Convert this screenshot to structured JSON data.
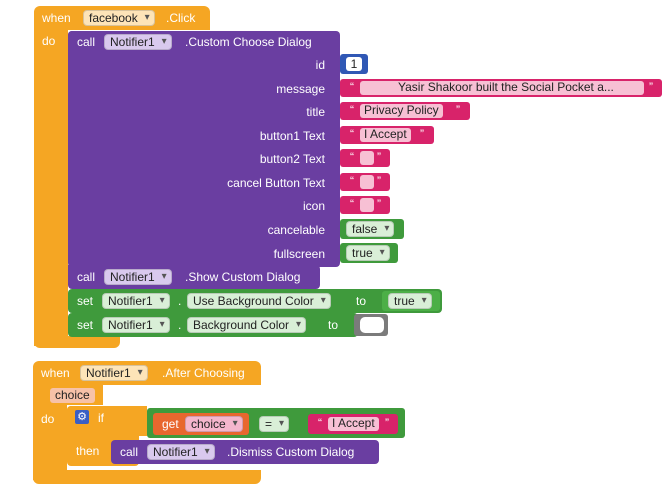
{
  "event1": {
    "when": "when",
    "component": "facebook",
    "event": ".Click",
    "do": "do"
  },
  "choose_dialog": {
    "call": "call",
    "component": "Notifier1",
    "method": ".Custom Choose Dialog",
    "params": {
      "id": "id",
      "message": "message",
      "title": "title",
      "button1": "button1 Text",
      "button2": "button2 Text",
      "cancel": "cancel Button Text",
      "icon": "icon",
      "cancelable": "cancelable",
      "fullscreen": "fullscreen"
    },
    "values": {
      "id": "1",
      "message": "Yasir Shakoor built the Social Pocket a...",
      "title": "Privacy Policy",
      "button1": "I Accept",
      "button2": "",
      "cancel": "",
      "icon": "",
      "cancelable": "false",
      "fullscreen": "true"
    }
  },
  "show_dialog": {
    "call": "call",
    "component": "Notifier1",
    "method": ".Show Custom Dialog"
  },
  "set_use_bg": {
    "set": "set",
    "component": "Notifier1",
    "property": "Use Background Color",
    "to": "to",
    "value": "true"
  },
  "set_bg": {
    "set": "set",
    "component": "Notifier1",
    "property": "Background Color",
    "to": "to",
    "color": "#ffffff"
  },
  "event2": {
    "when": "when",
    "component": "Notifier1",
    "event": ".After Choosing",
    "param": "choice",
    "do": "do"
  },
  "if_block": {
    "if": "if",
    "then": "then",
    "get": "get",
    "var": "choice",
    "op": "=",
    "compare": "I Accept"
  },
  "dismiss": {
    "call": "call",
    "component": "Notifier1",
    "method": ".Dismiss Custom Dialog"
  },
  "colors": {
    "event": "#f5a623",
    "component_method": "#6a3ea1",
    "setter": "#3f9a3c",
    "text": "#d8236a",
    "math": "#3058b5",
    "variable": "#e8672e",
    "color_block": "#7b7b7b"
  }
}
